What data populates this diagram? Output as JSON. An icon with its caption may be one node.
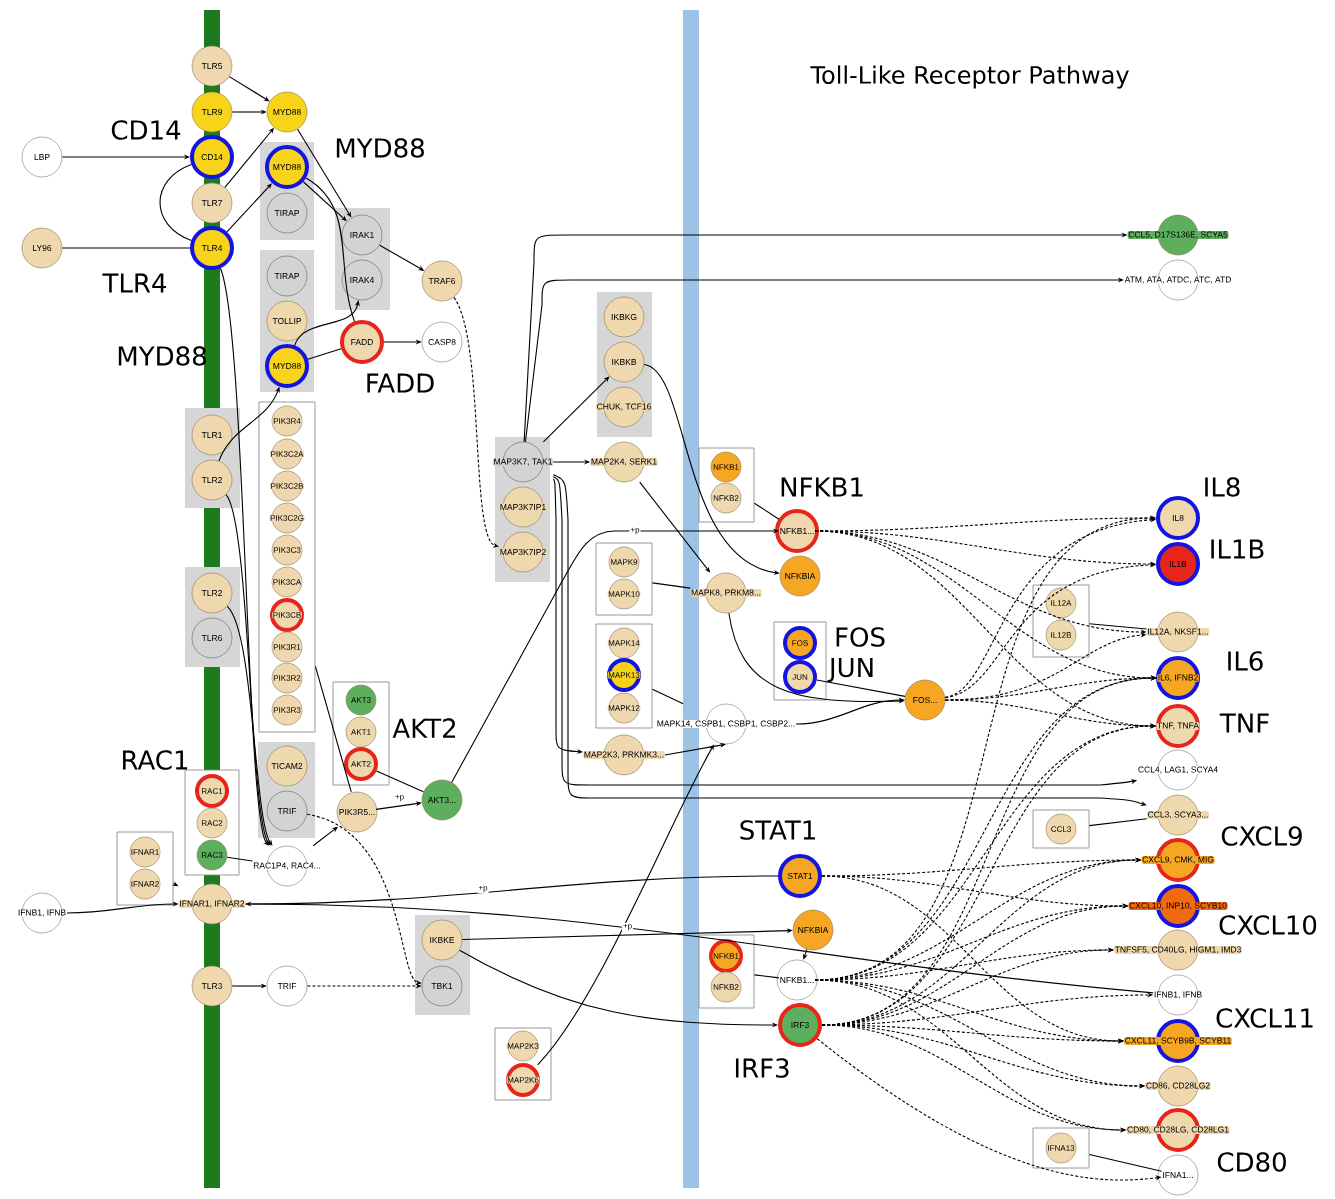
{
  "diagram": {
    "title": "Toll-Like Receptor Pathway",
    "nodes": [
      {
        "text": [
          "TLR5"
        ]
      },
      {
        "text": [
          "TLR9"
        ]
      },
      {
        "text": [
          "MYD88"
        ]
      },
      {
        "text": [
          "CD14"
        ],
        "beside": [
          "CD14"
        ]
      },
      {
        "text": [
          "LBP"
        ]
      },
      {
        "text": [
          "TLR7"
        ]
      },
      {
        "text": [
          "LY96"
        ]
      },
      {
        "text": [
          "TLR4"
        ],
        "beside": [
          "TLR4"
        ]
      },
      {
        "text": [],
        "shape": "box"
      },
      {
        "text": [
          "MYD88"
        ],
        "in": 8,
        "beside": [
          "MYD88"
        ]
      },
      {
        "text": [
          "TIRAP"
        ],
        "in": 8
      },
      {
        "text": [],
        "shape": "box"
      },
      {
        "text": [
          "TIRAP"
        ],
        "in": 11
      },
      {
        "text": [
          "TOLLIP"
        ],
        "in": 11
      },
      {
        "text": [
          "MYD88"
        ],
        "in": 11,
        "beside": [
          "MYD88"
        ]
      },
      {
        "text": [],
        "shape": "box"
      },
      {
        "text": [
          "IRAK1"
        ],
        "in": 15
      },
      {
        "text": [
          "IRAK4"
        ],
        "in": 15
      },
      {
        "text": [
          "TRAF6"
        ]
      },
      {
        "text": [
          "FADD"
        ],
        "beside": [
          "FADD"
        ]
      },
      {
        "text": [
          "CASP8"
        ]
      },
      {
        "text": [],
        "shape": "box"
      },
      {
        "text": [
          "TLR1"
        ],
        "in": 21
      },
      {
        "text": [
          "TLR2"
        ],
        "in": 21
      },
      {
        "text": [],
        "shape": "box"
      },
      {
        "text": [
          "TLR2"
        ],
        "in": 24
      },
      {
        "text": [
          "TLR6"
        ],
        "in": 24
      },
      {
        "text": [],
        "shape": "box"
      },
      {
        "text": [
          "PIK3R4"
        ],
        "in": 27
      },
      {
        "text": [
          "PIK3C2A"
        ],
        "in": 27
      },
      {
        "text": [
          "PIK3C2B"
        ],
        "in": 27
      },
      {
        "text": [
          "PIK3C2G"
        ],
        "in": 27
      },
      {
        "text": [
          "PIK3C3"
        ],
        "in": 27
      },
      {
        "text": [
          "PIK3CA"
        ],
        "in": 27
      },
      {
        "text": [
          "PIK3CB"
        ],
        "in": 27
      },
      {
        "text": [
          "PIK3R1"
        ],
        "in": 27
      },
      {
        "text": [
          "PIK3R2"
        ],
        "in": 27
      },
      {
        "text": [
          "PIK3R3"
        ],
        "in": 27
      },
      {
        "text": [],
        "shape": "box"
      },
      {
        "text": [
          "AKT3"
        ],
        "in": 38
      },
      {
        "text": [
          "AKT1"
        ],
        "in": 38
      },
      {
        "text": [
          "AKT2"
        ],
        "in": 38,
        "beside": [
          "AKT2"
        ]
      },
      {
        "text": [
          "AKT3..."
        ]
      },
      {
        "text": [],
        "shape": "box"
      },
      {
        "text": [
          "TICAM2"
        ],
        "in": 43
      },
      {
        "text": [
          "TRIF"
        ],
        "in": 43
      },
      {
        "text": [
          "PIK3R5..."
        ]
      },
      {
        "text": [],
        "shape": "box"
      },
      {
        "text": [
          "RAC1"
        ],
        "in": 47,
        "beside": [
          "RAC1"
        ]
      },
      {
        "text": [
          "RAC2"
        ],
        "in": 47
      },
      {
        "text": [
          "RAC3"
        ],
        "in": 47
      },
      {
        "text": [
          "RAC1P4, RAC4..."
        ]
      },
      {
        "text": [],
        "shape": "box"
      },
      {
        "text": [
          "IFNAR1"
        ],
        "in": 52
      },
      {
        "text": [
          "IFNAR2"
        ],
        "in": 52
      },
      {
        "text": [
          "IFNAR1, IFNAR2"
        ]
      },
      {
        "text": [
          "IFNB1, IFNB"
        ]
      },
      {
        "text": [
          "TLR3"
        ]
      },
      {
        "text": [
          "TRIF"
        ]
      },
      {
        "text": [],
        "shape": "box"
      },
      {
        "text": [
          "IKBKE"
        ],
        "in": 59
      },
      {
        "text": [
          "TBK1"
        ],
        "in": 59
      },
      {
        "text": [],
        "shape": "box"
      },
      {
        "text": [
          "MAP2K3"
        ],
        "in": 62
      },
      {
        "text": [
          "MAP2K6"
        ],
        "in": 62
      },
      {
        "text": [],
        "shape": "box"
      },
      {
        "text": [
          "MAP3K7, TAK1"
        ],
        "in": 65
      },
      {
        "text": [
          "MAP3K7IP1"
        ],
        "in": 65
      },
      {
        "text": [
          "MAP3K7IP2"
        ],
        "in": 65
      },
      {
        "text": [],
        "shape": "box"
      },
      {
        "text": [
          "IKBKG"
        ],
        "in": 69
      },
      {
        "text": [
          "IKBKB"
        ],
        "in": 69
      },
      {
        "text": [
          "CHUK, TCF16"
        ],
        "in": 69
      },
      {
        "text": [
          "MAP2K4, SERK1"
        ]
      },
      {
        "text": [],
        "shape": "box"
      },
      {
        "text": [
          "NFKB1"
        ],
        "in": 74
      },
      {
        "text": [
          "NFKB2"
        ],
        "in": 74
      },
      {
        "text": [
          "NFKB1..."
        ],
        "beside": [
          "NFKB1"
        ]
      },
      {
        "text": [
          "NFKBIA"
        ]
      },
      {
        "text": [],
        "shape": "box"
      },
      {
        "text": [
          "MAPK9"
        ],
        "in": 79
      },
      {
        "text": [
          "MAPK10"
        ],
        "in": 79
      },
      {
        "text": [
          "MAPK8, PRKM8..."
        ]
      },
      {
        "text": [],
        "shape": "box"
      },
      {
        "text": [
          "MAPK14"
        ],
        "in": 83
      },
      {
        "text": [
          "MAPK13"
        ],
        "in": 83
      },
      {
        "text": [
          "MAPK12"
        ],
        "in": 83
      },
      {
        "text": [
          "MAPK14, CSPB1, CSBP1, CSBP2..."
        ]
      },
      {
        "text": [
          "MAP2K3, PRKMK3..."
        ]
      },
      {
        "text": [],
        "shape": "box"
      },
      {
        "text": [
          "FOS"
        ],
        "in": 89,
        "beside": [
          "FOS"
        ]
      },
      {
        "text": [
          "JUN"
        ],
        "in": 89,
        "beside": [
          "JUN"
        ]
      },
      {
        "text": [
          "FOS..."
        ]
      },
      {
        "text": [
          "STAT1"
        ],
        "beside": [
          "STAT1"
        ]
      },
      {
        "text": [
          "NFKBIA"
        ]
      },
      {
        "text": [],
        "shape": "box"
      },
      {
        "text": [
          "NFKB1"
        ],
        "in": 95
      },
      {
        "text": [
          "NFKB2"
        ],
        "in": 95
      },
      {
        "text": [
          "NFKB1..."
        ]
      },
      {
        "text": [
          "IRF3"
        ],
        "beside": [
          "IRF3"
        ]
      },
      {
        "text": [
          "CCL5, D17S136E, SCYA5"
        ]
      },
      {
        "text": [
          "ATM, ATA, ATDC, ATC, ATD"
        ]
      },
      {
        "text": [
          "IL8"
        ],
        "beside": [
          "IL8"
        ]
      },
      {
        "text": [
          "IL1B"
        ],
        "beside": [
          "IL1B"
        ]
      },
      {
        "text": [],
        "shape": "box"
      },
      {
        "text": [
          "IL12A"
        ],
        "in": 104
      },
      {
        "text": [
          "IL12B"
        ],
        "in": 104
      },
      {
        "text": [
          "IL12A, NKSF1..."
        ]
      },
      {
        "text": [
          "IL6, IFNB2"
        ],
        "beside": [
          "IL6"
        ]
      },
      {
        "text": [
          "TNF, TNFA"
        ],
        "beside": [
          "TNF"
        ]
      },
      {
        "text": [
          "CCL4, LAG1, SCYA4"
        ]
      },
      {
        "text": [],
        "shape": "box"
      },
      {
        "text": [
          "CCL3"
        ],
        "in": 111
      },
      {
        "text": [
          "CCL3, SCYA3..."
        ]
      },
      {
        "text": [
          "CXCL9, CMK, MIG"
        ],
        "beside": [
          "CXCL9"
        ]
      },
      {
        "text": [
          "CXCL10, INP10, SCYB10"
        ],
        "beside": [
          "CXCL10"
        ]
      },
      {
        "text": [
          "TNFSF5, CD40LG, HIGM1, IMD3"
        ]
      },
      {
        "text": [
          "IFNB1, IFNB"
        ]
      },
      {
        "text": [
          "CXCL11, SCYB9B, SCYB11"
        ],
        "beside": [
          "CXCL11"
        ]
      },
      {
        "text": [
          "CD86, CD28LG2"
        ]
      },
      {
        "text": [
          "CD80, CD28LG, CD28LG1"
        ],
        "beside": [
          "CD80"
        ]
      },
      {
        "text": [],
        "shape": "box"
      },
      {
        "text": [
          "IFNA13"
        ],
        "in": 121
      },
      {
        "text": [
          "IFNA1..."
        ]
      }
    ],
    "edges": [
      {
        "from": 0,
        "to": 2,
        "arrow": "to"
      },
      {
        "from": 1,
        "to": 2,
        "arrow": "to"
      },
      {
        "from": 4,
        "to": 3,
        "arrow": "to"
      },
      {
        "from": 6,
        "to": 7,
        "arrow": "none"
      },
      {
        "from": 3,
        "to": 7,
        "arrow": "none"
      },
      {
        "from": 5,
        "to": 2,
        "arrow": "to"
      },
      {
        "from": 7,
        "to": 9,
        "arrow": "to"
      },
      {
        "from": 2,
        "to": 16,
        "arrow": "to"
      },
      {
        "from": 9,
        "to": 16,
        "arrow": "to"
      },
      {
        "from": 9,
        "to": 19,
        "arrow": "none"
      },
      {
        "from": 14,
        "to": 19,
        "arrow": "none"
      },
      {
        "from": 14,
        "to": 17,
        "arrow": "to"
      },
      {
        "from": 16,
        "to": 18,
        "arrow": "to"
      },
      {
        "from": 19,
        "to": 20,
        "arrow": "to"
      },
      {
        "from": 18,
        "to": 68,
        "arrow": "to",
        "style": "dashed"
      },
      {
        "from": 23,
        "to": 14,
        "arrow": "to"
      },
      {
        "from": 23,
        "to": 51,
        "arrow": "to"
      },
      {
        "from": 25,
        "to": 51,
        "arrow": "to"
      },
      {
        "from": 7,
        "to": 51,
        "arrow": "to"
      },
      {
        "from": 27,
        "to": 46,
        "arrow": "none"
      },
      {
        "from": 41,
        "to": 42,
        "arrow": "none"
      },
      {
        "from": 46,
        "to": 42,
        "arrow": "to",
        "label": "+p"
      },
      {
        "from": 51,
        "to": 46,
        "arrow": "to"
      },
      {
        "from": 50,
        "to": 51,
        "arrow": "none"
      },
      {
        "from": 42,
        "to": 77,
        "arrow": "to",
        "label": "+p"
      },
      {
        "from": 45,
        "to": 61,
        "arrow": "to",
        "style": "dashed"
      },
      {
        "from": 52,
        "to": 55,
        "arrow": "to"
      },
      {
        "from": 56,
        "to": 55,
        "arrow": "to"
      },
      {
        "from": 93,
        "to": 55,
        "arrow": "to",
        "label": "+p"
      },
      {
        "from": 55,
        "to": 117,
        "arrow": "none"
      },
      {
        "from": 57,
        "to": 58,
        "arrow": "to"
      },
      {
        "from": 58,
        "to": 61,
        "arrow": "to",
        "style": "dashed"
      },
      {
        "from": 60,
        "to": 94,
        "arrow": "to",
        "label": "+p"
      },
      {
        "from": 60,
        "to": 99,
        "arrow": "to"
      },
      {
        "from": 64,
        "to": 87,
        "arrow": "to"
      },
      {
        "from": 66,
        "to": 71,
        "arrow": "to"
      },
      {
        "from": 66,
        "to": 73,
        "arrow": "to"
      },
      {
        "from": 66,
        "to": 88,
        "arrow": "to"
      },
      {
        "from": 66,
        "to": 100,
        "arrow": "to"
      },
      {
        "from": 66,
        "to": 101,
        "arrow": "to"
      },
      {
        "from": 66,
        "to": 110,
        "arrow": "to"
      },
      {
        "from": 66,
        "to": 113,
        "arrow": "to"
      },
      {
        "from": 71,
        "to": 78,
        "arrow": "to"
      },
      {
        "from": 73,
        "to": 82,
        "arrow": "to"
      },
      {
        "from": 79,
        "to": 82,
        "arrow": "none"
      },
      {
        "from": 74,
        "to": 77,
        "arrow": "none"
      },
      {
        "from": 82,
        "to": 92,
        "arrow": "to"
      },
      {
        "from": 91,
        "to": 92,
        "arrow": "none"
      },
      {
        "from": 83,
        "to": 87,
        "arrow": "none"
      },
      {
        "from": 88,
        "to": 87,
        "arrow": "to"
      },
      {
        "from": 87,
        "to": 92,
        "arrow": "to"
      },
      {
        "from": 94,
        "to": 98,
        "arrow": "to"
      },
      {
        "from": 95,
        "to": 98,
        "arrow": "none"
      },
      {
        "from": 104,
        "to": 107,
        "arrow": "none"
      },
      {
        "from": 111,
        "to": 113,
        "arrow": "none"
      },
      {
        "from": 121,
        "to": 123,
        "arrow": "none"
      },
      {
        "from": 77,
        "to": 102,
        "arrow": "to",
        "style": "dashed"
      },
      {
        "from": 77,
        "to": 103,
        "arrow": "to",
        "style": "dashed"
      },
      {
        "from": 77,
        "to": 107,
        "arrow": "to",
        "style": "dashed"
      },
      {
        "from": 77,
        "to": 108,
        "arrow": "to",
        "style": "dashed"
      },
      {
        "from": 77,
        "to": 109,
        "arrow": "to",
        "style": "dashed"
      },
      {
        "from": 92,
        "to": 102,
        "arrow": "to",
        "style": "dashed"
      },
      {
        "from": 92,
        "to": 103,
        "arrow": "to",
        "style": "dashed"
      },
      {
        "from": 92,
        "to": 107,
        "arrow": "to",
        "style": "dashed"
      },
      {
        "from": 92,
        "to": 108,
        "arrow": "to",
        "style": "dashed"
      },
      {
        "from": 92,
        "to": 109,
        "arrow": "to",
        "style": "dashed"
      },
      {
        "from": 93,
        "to": 114,
        "arrow": "to",
        "style": "dashed"
      },
      {
        "from": 93,
        "to": 115,
        "arrow": "to",
        "style": "dashed"
      },
      {
        "from": 93,
        "to": 118,
        "arrow": "to",
        "style": "dashed"
      },
      {
        "from": 98,
        "to": 102,
        "arrow": "to",
        "style": "dashed"
      },
      {
        "from": 98,
        "to": 108,
        "arrow": "to",
        "style": "dashed"
      },
      {
        "from": 98,
        "to": 109,
        "arrow": "to",
        "style": "dashed"
      },
      {
        "from": 98,
        "to": 114,
        "arrow": "to",
        "style": "dashed"
      },
      {
        "from": 98,
        "to": 115,
        "arrow": "to",
        "style": "dashed"
      },
      {
        "from": 98,
        "to": 116,
        "arrow": "to",
        "style": "dashed"
      },
      {
        "from": 98,
        "to": 118,
        "arrow": "to",
        "style": "dashed"
      },
      {
        "from": 98,
        "to": 119,
        "arrow": "to",
        "style": "dashed"
      },
      {
        "from": 98,
        "to": 120,
        "arrow": "to",
        "style": "dashed"
      },
      {
        "from": 99,
        "to": 108,
        "arrow": "to",
        "style": "dashed"
      },
      {
        "from": 99,
        "to": 109,
        "arrow": "to",
        "style": "dashed"
      },
      {
        "from": 99,
        "to": 114,
        "arrow": "to",
        "style": "dashed"
      },
      {
        "from": 99,
        "to": 115,
        "arrow": "to",
        "style": "dashed"
      },
      {
        "from": 99,
        "to": 116,
        "arrow": "to",
        "style": "dashed"
      },
      {
        "from": 99,
        "to": 117,
        "arrow": "to",
        "style": "dashed"
      },
      {
        "from": 99,
        "to": 118,
        "arrow": "to",
        "style": "dashed"
      },
      {
        "from": 99,
        "to": 119,
        "arrow": "to",
        "style": "dashed"
      },
      {
        "from": 99,
        "to": 120,
        "arrow": "to",
        "style": "dashed"
      },
      {
        "from": 99,
        "to": 123,
        "arrow": "to",
        "style": "dashed"
      }
    ]
  }
}
